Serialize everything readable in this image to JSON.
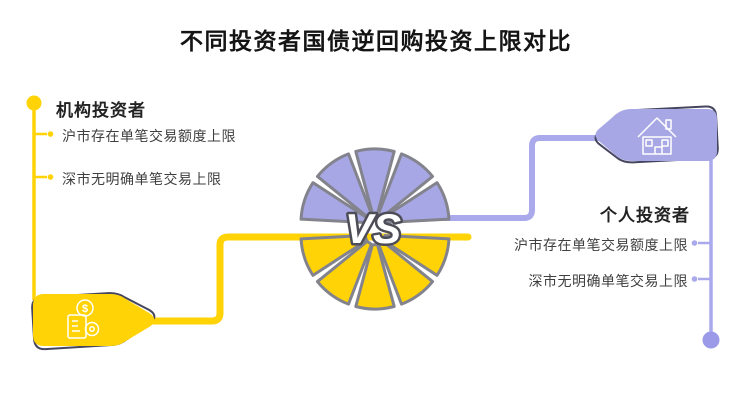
{
  "title": "不同投资者国债逆回购投资上限对比",
  "vs_label": "VS",
  "coin_symbol": "$",
  "left_group": {
    "heading": "机构投资者",
    "items": [
      "沪市存在单笔交易额度上限",
      "深市无明确单笔交易上限"
    ],
    "badge_icon": "money-document-icon"
  },
  "right_group": {
    "heading": "个人投资者",
    "items": [
      "沪市存在单笔交易额度上限",
      "深市无明确单笔交易上限"
    ],
    "badge_icon": "house-icon"
  },
  "colors": {
    "yellow": "#FFD306",
    "purple": "#A8A7E5",
    "purple_line": "#A9A9EC",
    "purple_dot": "#9B9AE8",
    "outline": "#45455E",
    "petal_stroke": "#83838D",
    "vs_outline": "#4D4D57",
    "icon_stroke": "#FFFFFF",
    "heading_text": "#232323",
    "body_text": "#3F3F3F"
  }
}
